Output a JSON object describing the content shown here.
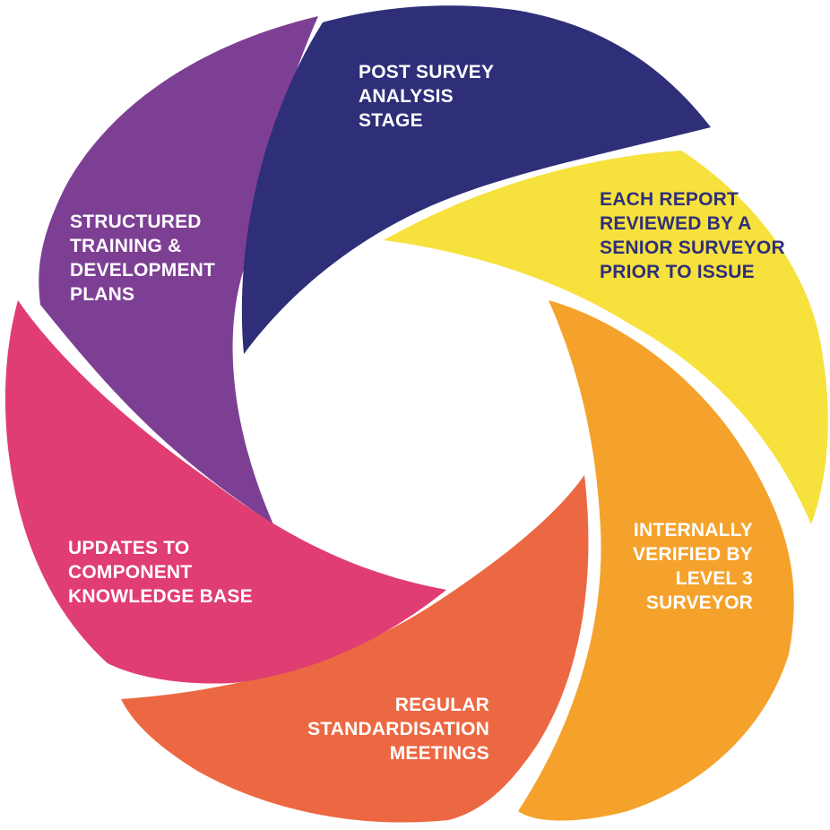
{
  "diagram": {
    "segments": [
      {
        "id": "post-survey",
        "lines": [
          "POST SURVEY",
          "ANALYSIS",
          "STAGE"
        ],
        "color": "#2e2e79",
        "text_color": "#ffffff"
      },
      {
        "id": "senior-review",
        "lines": [
          "EACH REPORT",
          "REVIEWED BY A",
          "SENIOR SURVEYOR",
          "PRIOR TO ISSUE"
        ],
        "color": "#f7e13c",
        "text_color": "#2f3079"
      },
      {
        "id": "level3-verified",
        "lines": [
          "INTERNALLY",
          "VERIFIED BY",
          "LEVEL 3",
          "SURVEYOR"
        ],
        "color": "#f5a22c",
        "text_color": "#ffffff"
      },
      {
        "id": "standardisation",
        "lines": [
          "REGULAR",
          "STANDARDISATION",
          "MEETINGS"
        ],
        "color": "#ec6843",
        "text_color": "#ffffff"
      },
      {
        "id": "knowledge-base",
        "lines": [
          "UPDATES TO",
          "COMPONENT",
          "KNOWLEDGE BASE"
        ],
        "color": "#e03d72",
        "text_color": "#ffffff"
      },
      {
        "id": "training",
        "lines": [
          "STRUCTURED",
          "TRAINING &",
          "DEVELOPMENT",
          "PLANS"
        ],
        "color": "#7d3f93",
        "text_color": "#ffffff"
      }
    ]
  }
}
